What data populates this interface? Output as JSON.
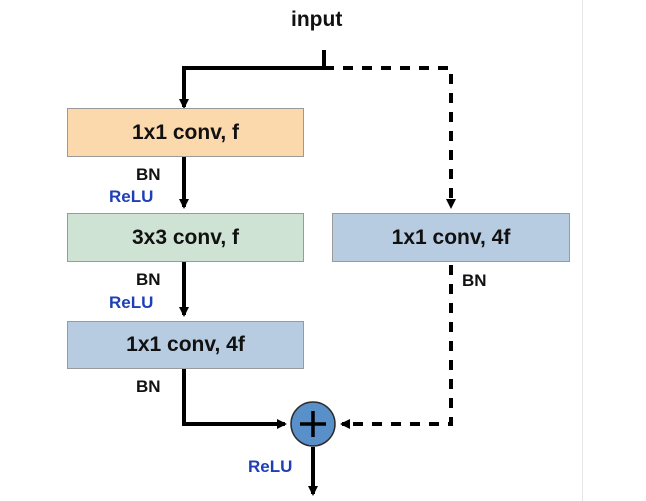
{
  "input_label": "input",
  "main_path": {
    "conv1": {
      "label": "1x1 conv, f",
      "color": "#fbd9ac"
    },
    "conv2": {
      "label": "3x3 conv, f",
      "color": "#cfe3d4"
    },
    "conv3": {
      "label": "1x1 conv, 4f",
      "color": "#b7cbe1"
    },
    "after_conv1": [
      "BN",
      "ReLU"
    ],
    "after_conv2": [
      "BN",
      "ReLU"
    ],
    "after_conv3": [
      "BN"
    ]
  },
  "shortcut": {
    "conv": {
      "label": "1x1 conv, 4f",
      "color": "#b7cbe1"
    },
    "after_conv": [
      "BN"
    ]
  },
  "add_node": {
    "symbol": "+",
    "color": "#5a90c9"
  },
  "output_activation": "ReLU",
  "colors": {
    "relu_text": "#1f3fb5",
    "line": "#000000"
  }
}
